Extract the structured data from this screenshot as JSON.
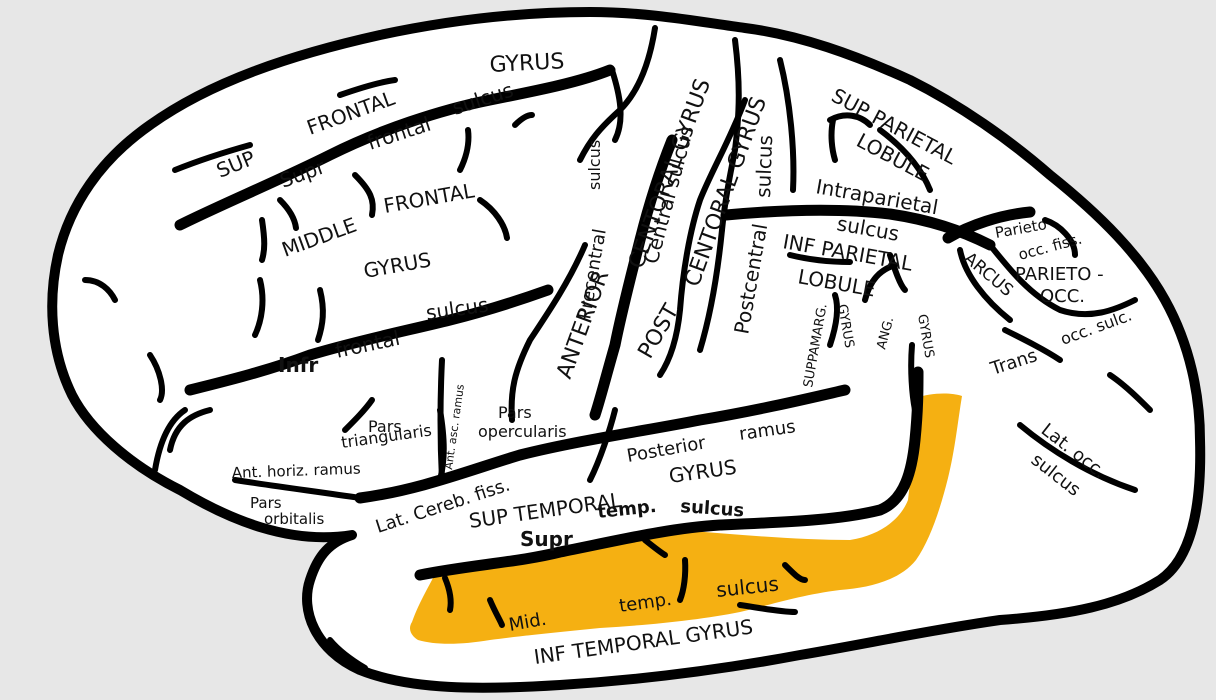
{
  "colors": {
    "background": "#e7e7e7",
    "highlight": "#f5b012",
    "brain_fill": "#ffffff",
    "outline": "#000000"
  },
  "labels": {
    "gyrus_top": "GYRUS",
    "frontal_top": "FRONTAL",
    "sup": "SUP",
    "sulcus_supr_frontal": "sulcus",
    "frontal_small": "frontal",
    "supr": "Supr",
    "middle": "MIDDLE",
    "frontal_mid": "FRONTAL",
    "gyrus_mid": "GYRUS",
    "infr": "Infr",
    "frontal_infr": "frontal",
    "sulcus_infr": "sulcus",
    "sulcus_precentral_top": "sulcus",
    "precentral": "Precentral",
    "anterior": "ANTERIOR",
    "centoral_gyrus_ant": "CENTORAL GYRUS",
    "central_sulcus": "Central sulcus",
    "post": "POST",
    "centoral_gyrus_post": "CENTORAL GYRUS",
    "sulcus_postcentral_top": "sulcus",
    "postcentral": "Postcentral",
    "sup_parietal": "SUP PARIETAL",
    "lobule_sup": "LOBULE",
    "intraparietal": "Intraparietal",
    "sulcus_intraparietal": "sulcus",
    "inf_parietal": "INF PARIETAL",
    "lobule_inf": "LOBULE",
    "suppamarg": "SUPPAMARG.",
    "gyrus_supramarg": "GYRUS",
    "ang": "ANG.",
    "gyrus_ang": "GYRUS",
    "parieto": "Parieto",
    "occ_fiss": "occ. fiss.",
    "arcus": "ARCUS",
    "parieto_occ_1": "PARIETO -",
    "parieto_occ_2": "OCC.",
    "trans": "Trans",
    "occ_sulc": "occ. sulc.",
    "lat_occ": "Lat. occ.",
    "sulcus_lat_occ": "sulcus",
    "pars_triangularis_1": "Pars",
    "pars_triangularis_2": "triangularis",
    "ant_asc_ramus": "Ant. asc. ramus",
    "pars_opercularis_1": "Pars",
    "pars_opercularis_2": "opercularis",
    "ant_horiz_ramus": "Ant. horiz. ramus",
    "pars_orbitalis_1": "Pars",
    "pars_orbitalis_2": "orbitalis",
    "lat_cereb_fiss": "Lat. Cereb. fiss.",
    "posterior": "Posterior",
    "ramus": "ramus",
    "sup_temporal_gyrus_1": "SUP TEMPORAL",
    "sup_temporal_gyrus_2": "GYRUS",
    "supr_temp": "Supr",
    "temp_supr": "temp.",
    "sulcus_supr_temp": "sulcus",
    "mid": "Mid.",
    "temp_mid": "temp.",
    "sulcus_mid_temp": "sulcus",
    "inf_temporal_gyrus": "INF TEMPORAL GYRUS"
  }
}
